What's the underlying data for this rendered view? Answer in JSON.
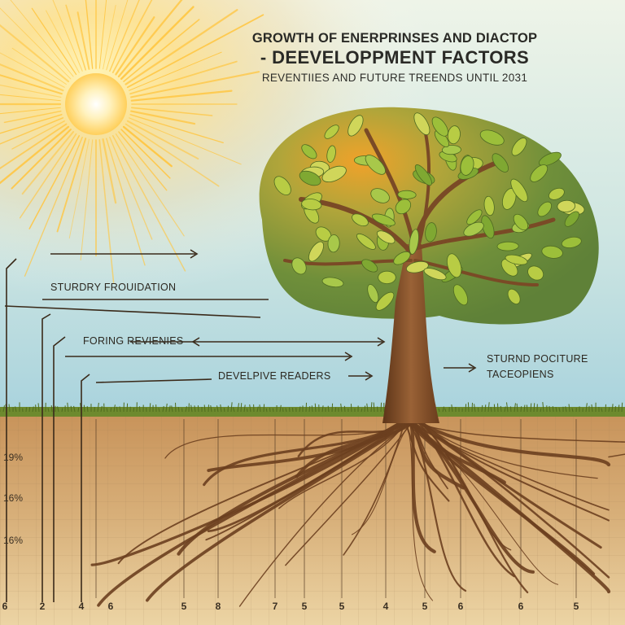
{
  "title": {
    "line1": "GROWTH OF ENERPRINSES AND DIACTOP",
    "line2": "- DEEVELOPPMENT FACTORS",
    "line3": "REVENTIIES AND FUTURE TREENDS UNTIL   2031"
  },
  "labels": {
    "foundation": "STURDRY FROUIDATION",
    "forging": "FORING REVIENIES",
    "readers": "DEVELPIVE READERS",
    "sturdy_line1": "STURND POCITURE",
    "sturdy_line2": "TACEOPIENS"
  },
  "y_ticks": [
    "19%",
    "16%",
    "16%"
  ],
  "x_ticks": [
    "6",
    "2",
    "4",
    "6",
    "5",
    "8",
    "7",
    "5",
    "5",
    "4",
    "5",
    "6",
    "6",
    "5"
  ],
  "colors": {
    "sky_top": "#e9f2e8",
    "sky_bottom": "#b7d8dd",
    "sun": "#ffe07a",
    "soil": "#c99a62",
    "grass": "#6d8a2e",
    "trunk": "#7a4a26",
    "leaf": "#8fb333",
    "canopy": "#6f8f3a"
  },
  "icons": [
    "sun-icon",
    "tree-icon",
    "roots-icon"
  ]
}
